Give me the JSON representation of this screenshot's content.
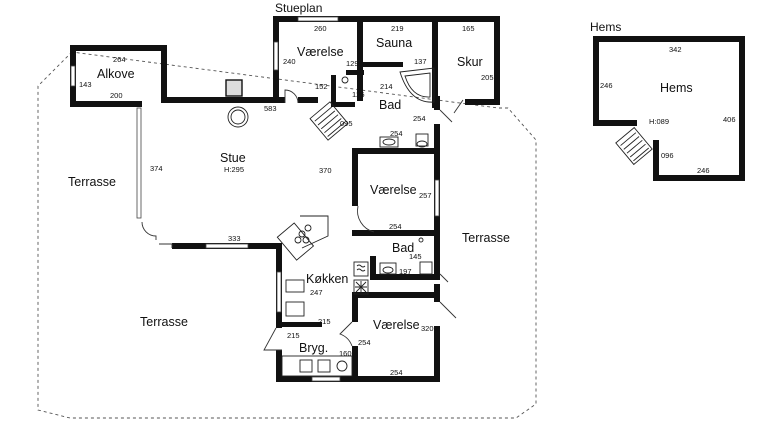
{
  "headers": {
    "ground_floor": "Stueplan",
    "loft": "Hems"
  },
  "rooms": {
    "vaerelse_top": "Værelse",
    "sauna": "Sauna",
    "skur": "Skur",
    "alkove": "Alkove",
    "bad_top": "Bad",
    "stue": "Stue",
    "stue_height": "H:295",
    "vaerelse_mid": "Værelse",
    "bad_mid": "Bad",
    "kokken": "Køkken",
    "vaerelse_bottom": "Værelse",
    "bryg": "Bryg.",
    "terrasse_left": "Terrasse",
    "terrasse_right": "Terrasse",
    "terrasse_bottom": "Terrasse",
    "hems": "Hems",
    "hems_height": "H:089"
  },
  "dimensions": {
    "d260": "260",
    "d219": "219",
    "d165": "165",
    "d264": "264",
    "d143": "143",
    "d200": "200",
    "d240": "240",
    "d129": "129",
    "d137": "137",
    "d205": "205",
    "d152": "152",
    "d583": "583",
    "d125": "125",
    "d214": "214",
    "d095": "095",
    "d254_bad": "254",
    "d254_wc": "254",
    "d374": "374",
    "d370": "370",
    "d257": "257",
    "d254_vaer": "254",
    "d333": "333",
    "d145": "145",
    "d197": "197",
    "d247": "247",
    "d215_kok": "215",
    "d320": "320",
    "d215_bryg": "215",
    "d254_vb": "254",
    "d160": "160",
    "d254_bottom": "254",
    "h342": "342",
    "h246_left": "246",
    "h406": "406",
    "h096": "096",
    "h246_bottom": "246"
  }
}
